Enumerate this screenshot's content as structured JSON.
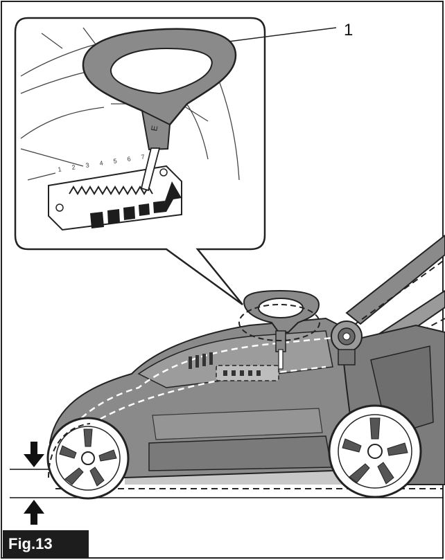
{
  "figure": {
    "label": "Fig.13",
    "callout_number": "1",
    "scale_ticks": [
      "1",
      "2",
      "3",
      "4",
      "5",
      "6",
      "7"
    ],
    "handle_mark": "E"
  },
  "colors": {
    "ink": "#1d1d1d",
    "body_gray": "#8a8a8a",
    "light_gray": "#bdbdbd",
    "dark_gray": "#555555",
    "background": "#ffffff"
  }
}
